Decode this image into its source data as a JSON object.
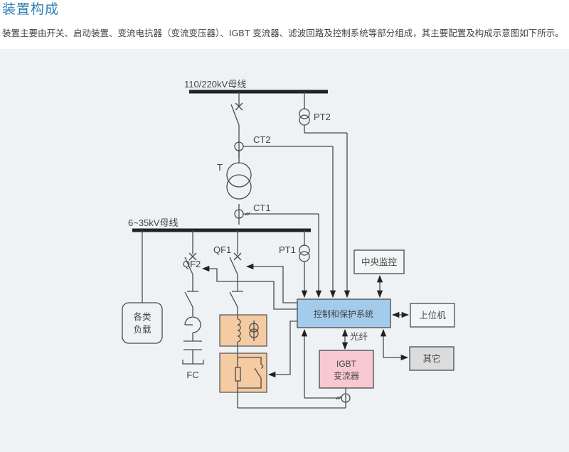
{
  "header": {
    "title": "装置构成",
    "description": "装置主要由开关、启动装置、变流电抗器（变流变压器）、IGBT 变流器、滤波回路及控制系统等部分组成，其主要配置及构成示意图如下所示。"
  },
  "diagram": {
    "bus_hv": "110/220kV母线",
    "bus_mv": "6~35kV母线",
    "pt2": "PT2",
    "ct2": "CT2",
    "transformer": "T",
    "ct1": "CT1",
    "qf2": "QF2",
    "qf1": "QF1",
    "pt1": "PT1",
    "load_line1": "各类",
    "load_line2": "负载",
    "fc": "FC",
    "control_system": "控制和保护系统",
    "central_monitor": "中央监控",
    "host_computer": "上位机",
    "other": "其它",
    "fiber": "光纤",
    "igbt_line1": "IGBT",
    "igbt_line2": "变流器",
    "colors": {
      "control_fill": "#a3cbec",
      "igbt_fill": "#f8c9d1",
      "reactor_fill": "#f5cba4",
      "other_fill": "#dcdcdc",
      "box_fill": "#f3f5f7",
      "title": "#2f7fb5"
    }
  }
}
